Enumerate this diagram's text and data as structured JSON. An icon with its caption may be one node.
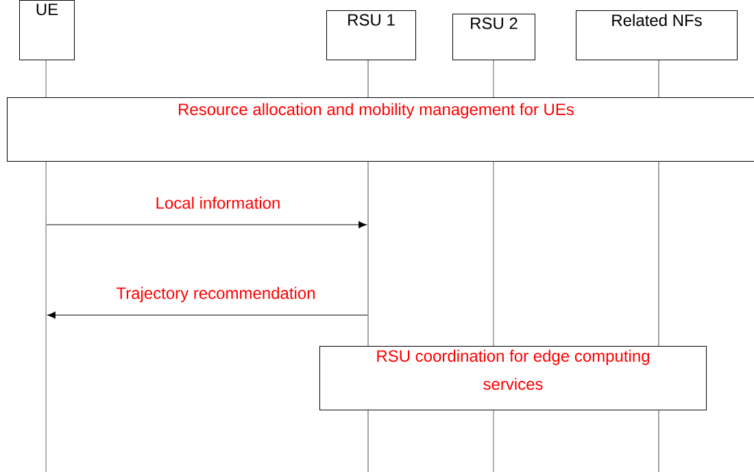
{
  "diagram": {
    "nodes": [
      {
        "text": [
          "UE"
        ]
      },
      {
        "text": [
          "RSU 1"
        ]
      },
      {
        "text": [
          "RSU 2"
        ]
      },
      {
        "text": [
          "Related NFs"
        ]
      },
      {
        "text": [
          "Resource allocation and mobility management for UEs"
        ]
      },
      {
        "text": [
          "RSU coordination for edge computing services"
        ]
      },
      {
        "text": [],
        "shape": "bar"
      },
      {
        "text": [],
        "shape": "bar"
      },
      {
        "text": [],
        "shape": "bar"
      },
      {
        "text": [],
        "shape": "bar"
      }
    ],
    "edges": [
      {
        "from": 6,
        "to": 7,
        "arrow": "to",
        "label": "Local information"
      },
      {
        "from": 7,
        "to": 6,
        "arrow": "to",
        "label": "Trajectory recommendation"
      }
    ]
  }
}
